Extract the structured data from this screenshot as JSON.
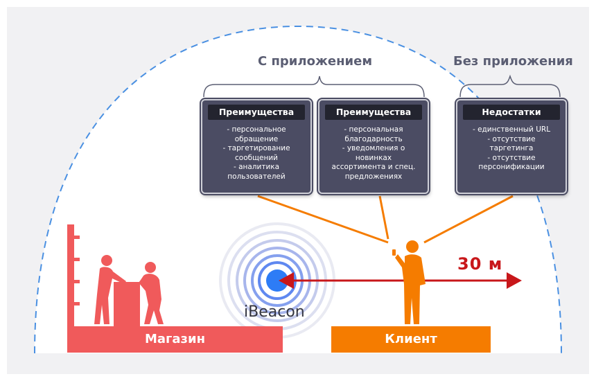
{
  "groups": {
    "with_app": "С приложением",
    "without_app": "Без приложения"
  },
  "cards": [
    {
      "title": "Преимущества",
      "lines": [
        "- персональное",
        "обращение",
        "- таргетирование",
        "сообщений",
        "- аналитика",
        "пользователей"
      ]
    },
    {
      "title": "Преимущества",
      "lines": [
        "- персональная",
        "благодарность",
        "- уведомления о",
        "новинках",
        "ассортимента и спец.",
        "предложениях"
      ]
    },
    {
      "title": "Недостатки",
      "lines": [
        "- единственный URL",
        "- отсутствие",
        "таргетинга",
        "- отсутствие",
        "персонификации"
      ]
    }
  ],
  "beacon_label": "iBeacon",
  "distance_label": "30 м",
  "store_label": "Магазин",
  "client_label": "Клиент",
  "colors": {
    "store": "#f05a5b",
    "client": "#f57c00",
    "card_bg": "#4b4c63",
    "beacon": "#2d7cf6",
    "dashed_arc": "#4a90e2",
    "arrow": "#c8171a"
  },
  "icons": [
    "beacon-rings-icon",
    "store-building-icon",
    "shoppers-silhouette-icon",
    "client-silhouette-icon",
    "double-arrow-icon"
  ]
}
